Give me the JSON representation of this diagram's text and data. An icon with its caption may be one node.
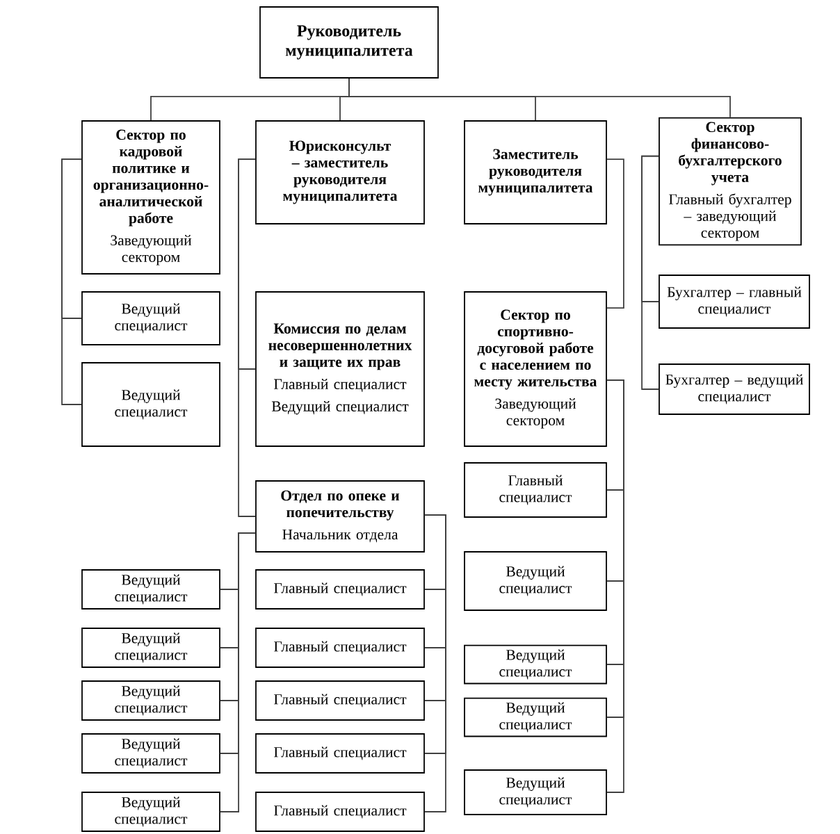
{
  "diagram": {
    "nodes": [
      {
        "text": [
          "Руководитель муниципалитета"
        ]
      },
      {
        "text": [
          "Сектор по кадровой политике и организационно-аналитической работе",
          "Заведующий сектором"
        ]
      },
      {
        "text": [
          "Юрисконсульт – заместитель руководителя муниципалитета"
        ]
      },
      {
        "text": [
          "Заместитель руководителя муниципалитета"
        ]
      },
      {
        "text": [
          "Сектор финансово-бухгалтерского учета",
          "Главный бухгалтер – заведующий сектором"
        ]
      },
      {
        "text": [
          "Ведущий специалист"
        ]
      },
      {
        "text": [
          "Ведущий специалист"
        ]
      },
      {
        "text": [
          "Комиссия по делам несовершеннолетних и защите их прав",
          "Главный специалист",
          "Ведущий специалист"
        ]
      },
      {
        "text": [
          "Отдел по опеке и попечительству",
          "Начальник отдела"
        ]
      },
      {
        "text": [
          "Сектор по спортивно-досуговой работе с населением по месту жительства",
          "Заведующий сектором"
        ]
      },
      {
        "text": [
          "Главный специалист"
        ]
      },
      {
        "text": [
          "Ведущий специалист"
        ]
      },
      {
        "text": [
          "Ведущий специалист"
        ]
      },
      {
        "text": [
          "Ведущий специалист"
        ]
      },
      {
        "text": [
          "Ведущий специалист"
        ]
      },
      {
        "text": [
          "Бухгалтер – главный специалист"
        ]
      },
      {
        "text": [
          "Бухгалтер – ведущий специалист"
        ]
      },
      {
        "text": [
          "Ведущий специалист"
        ]
      },
      {
        "text": [
          "Ведущий специалист"
        ]
      },
      {
        "text": [
          "Ведущий специалист"
        ]
      },
      {
        "text": [
          "Ведущий специалист"
        ]
      },
      {
        "text": [
          "Ведущий специалист"
        ]
      },
      {
        "text": [
          "Главный специалист"
        ]
      },
      {
        "text": [
          "Главный специалист"
        ]
      },
      {
        "text": [
          "Главный специалист"
        ]
      },
      {
        "text": [
          "Главный специалист"
        ]
      },
      {
        "text": [
          "Главный специалист"
        ]
      }
    ],
    "edges": [
      {
        "from": 0,
        "to": 1,
        "arrow": "none"
      },
      {
        "from": 0,
        "to": 2,
        "arrow": "none"
      },
      {
        "from": 0,
        "to": 3,
        "arrow": "none"
      },
      {
        "from": 0,
        "to": 4,
        "arrow": "none"
      },
      {
        "from": 1,
        "to": 5,
        "arrow": "none"
      },
      {
        "from": 1,
        "to": 6,
        "arrow": "none"
      },
      {
        "from": 2,
        "to": 7,
        "arrow": "none"
      },
      {
        "from": 2,
        "to": 8,
        "arrow": "none"
      },
      {
        "from": 3,
        "to": 9,
        "arrow": "none"
      },
      {
        "from": 4,
        "to": 15,
        "arrow": "none"
      },
      {
        "from": 4,
        "to": 16,
        "arrow": "none"
      },
      {
        "from": 9,
        "to": 10,
        "arrow": "none"
      },
      {
        "from": 9,
        "to": 11,
        "arrow": "none"
      },
      {
        "from": 9,
        "to": 12,
        "arrow": "none"
      },
      {
        "from": 9,
        "to": 13,
        "arrow": "none"
      },
      {
        "from": 9,
        "to": 14,
        "arrow": "none"
      },
      {
        "from": 8,
        "to": 17,
        "arrow": "none"
      },
      {
        "from": 8,
        "to": 18,
        "arrow": "none"
      },
      {
        "from": 8,
        "to": 19,
        "arrow": "none"
      },
      {
        "from": 8,
        "to": 20,
        "arrow": "none"
      },
      {
        "from": 8,
        "to": 21,
        "arrow": "none"
      },
      {
        "from": 8,
        "to": 22,
        "arrow": "none"
      },
      {
        "from": 8,
        "to": 23,
        "arrow": "none"
      },
      {
        "from": 8,
        "to": 24,
        "arrow": "none"
      },
      {
        "from": 8,
        "to": 25,
        "arrow": "none"
      },
      {
        "from": 8,
        "to": 26,
        "arrow": "none"
      }
    ]
  }
}
